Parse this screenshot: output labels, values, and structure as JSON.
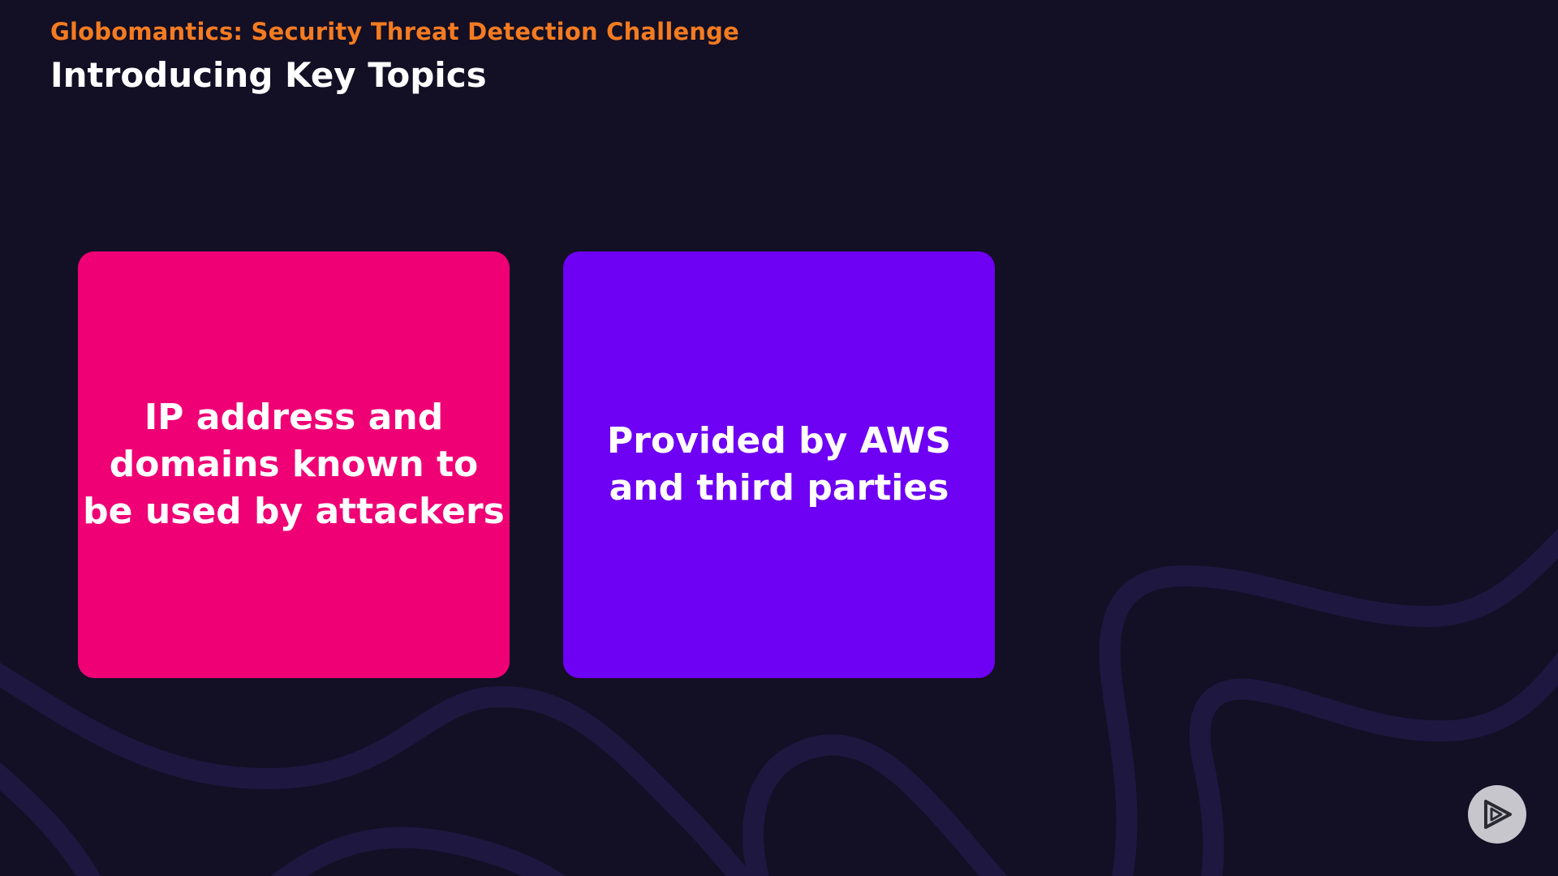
{
  "header": {
    "course_title": "Globomantics: Security Threat Detection Challenge",
    "slide_title": "Introducing Key Topics"
  },
  "cards": [
    {
      "lines": [
        "IP address and",
        "domains known to",
        "be used by attackers"
      ],
      "color": "#ef0075"
    },
    {
      "lines": [
        "Provided by AWS",
        "and third parties"
      ],
      "color": "#6e00f3"
    }
  ],
  "theme": {
    "background": "#130f25",
    "accent": "#f37b21",
    "wave_color": "#1e1840"
  },
  "controls": {
    "play_icon": "play-logo-icon"
  }
}
